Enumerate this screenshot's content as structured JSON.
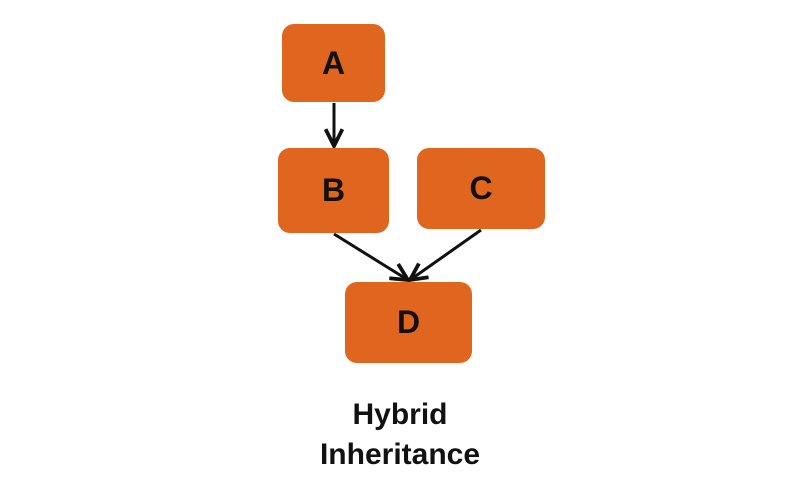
{
  "diagram": {
    "title_lines": [
      "Hybrid",
      "Inheritance"
    ],
    "node_color": "#e0651f",
    "text_color": "#111111",
    "nodes": [
      {
        "id": "A",
        "label": "A"
      },
      {
        "id": "B",
        "label": "B"
      },
      {
        "id": "C",
        "label": "C"
      },
      {
        "id": "D",
        "label": "D"
      }
    ],
    "edges": [
      {
        "from": "A",
        "to": "B"
      },
      {
        "from": "B",
        "to": "D"
      },
      {
        "from": "C",
        "to": "D"
      }
    ]
  }
}
